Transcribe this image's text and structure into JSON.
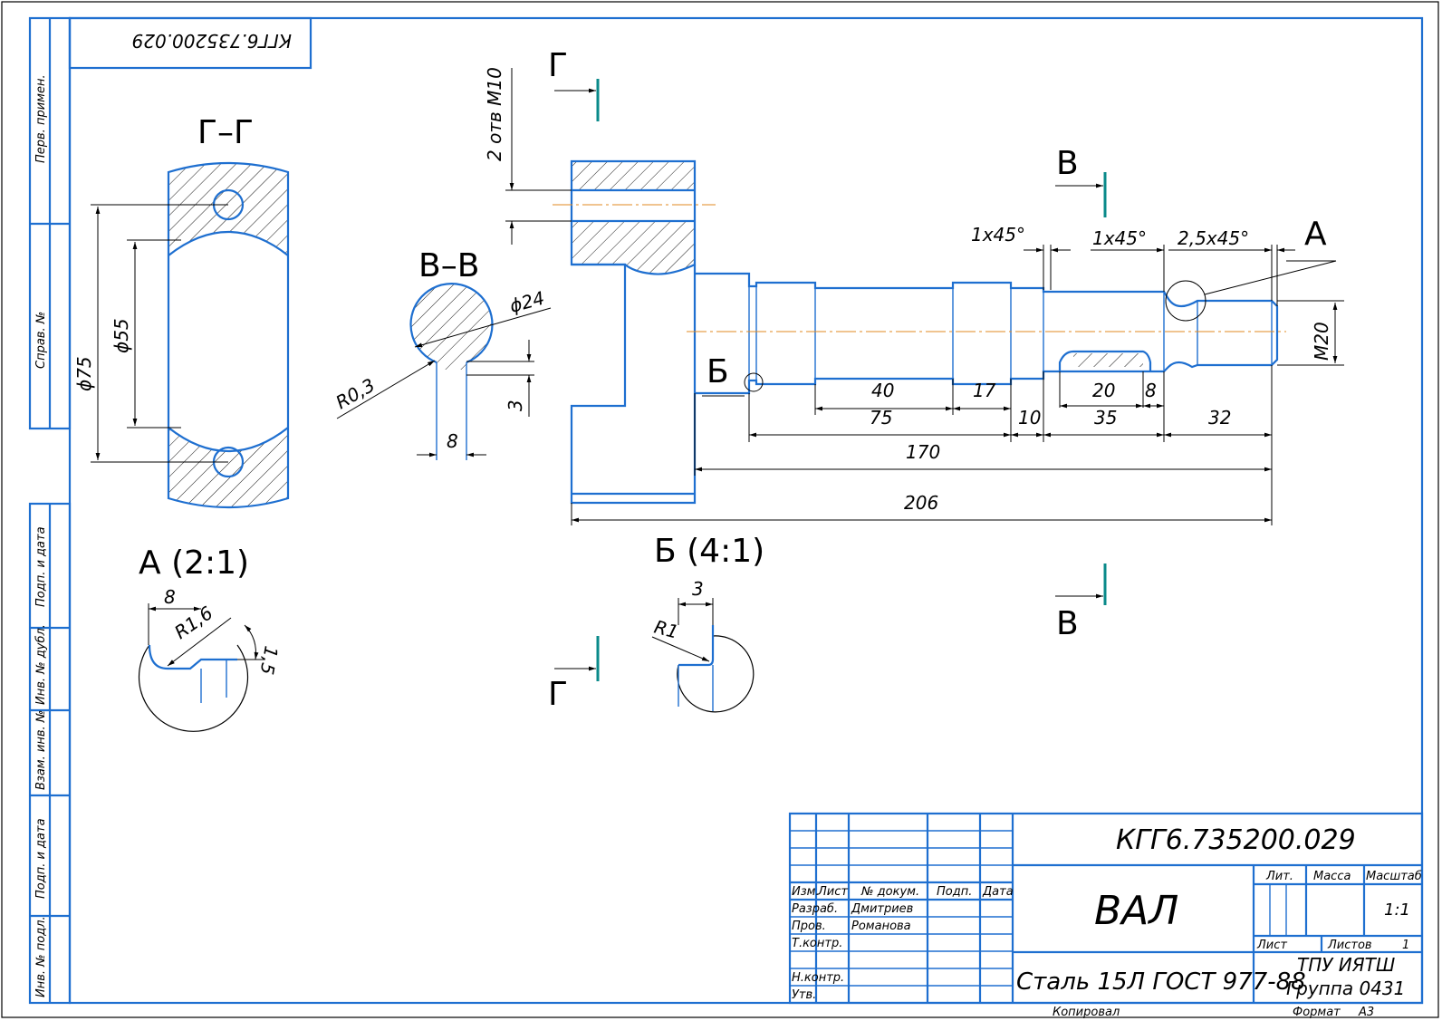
{
  "document": {
    "code": "КГГ6.735200.029",
    "code_rotated": "КГГ6.735200.029",
    "part_name": "ВАЛ",
    "material": "Сталь 15Л ГОСТ 977-88",
    "organization": "ТПУ ИЯТШ",
    "group": "Группа 0431",
    "format_label": "Формат",
    "format_value": "А3",
    "copied_label": "Копировал"
  },
  "sidebar": {
    "perv_primen": "Перв. примен.",
    "sprav_no": "Справ. №",
    "podp_data_1": "Подп. и дата",
    "inv_dubl": "Инв. № дубл.",
    "vzam_inv": "Взам. инв. №",
    "podp_data_2": "Подп. и дата",
    "inv_podl": "Инв. № подл."
  },
  "title_block": {
    "hdr_izm": "Изм.",
    "hdr_list": "Лист",
    "hdr_dokum": "№ докум.",
    "hdr_podp": "Подп.",
    "hdr_data": "Дата",
    "razrab_label": "Разраб.",
    "razrab_name": "Дмитриев",
    "prov_label": "Пров.",
    "prov_name": "Романова",
    "tkontr_label": "Т.контр.",
    "nkontr_label": "Н.контр.",
    "utv_label": "Утв.",
    "lit_label": "Лит.",
    "massa_label": "Масса",
    "masshtab_label": "Масштаб",
    "masshtab_value": "1:1",
    "list_label": "Лист",
    "listov_label": "Листов",
    "listov_value": "1"
  },
  "views": {
    "section_gg": "Г–Г",
    "section_vv": "В–В",
    "detail_a": "А (2:1)",
    "detail_b": "Б (4:1)",
    "mark_g": "Г",
    "mark_v": "В",
    "mark_a": "А",
    "mark_b": "Б"
  },
  "dimensions": {
    "d75": "ϕ75",
    "d55": "ϕ55",
    "d24": "ϕ24",
    "r03": "R0,3",
    "w8": "8",
    "h3": "3",
    "holes": "2 отв М10",
    "ch1": "1x45°",
    "ch2": "1x45°",
    "ch3": "2,5x45°",
    "m20": "М20",
    "l40": "40",
    "l17": "17",
    "l20": "20",
    "l8": "8",
    "l75": "75",
    "l10": "10",
    "l35": "35",
    "l32": "32",
    "l170": "170",
    "l206": "206",
    "a_8": "8",
    "a_r16": "R1,6",
    "a_15": "1,5",
    "b_3": "3",
    "b_r1": "R1"
  }
}
